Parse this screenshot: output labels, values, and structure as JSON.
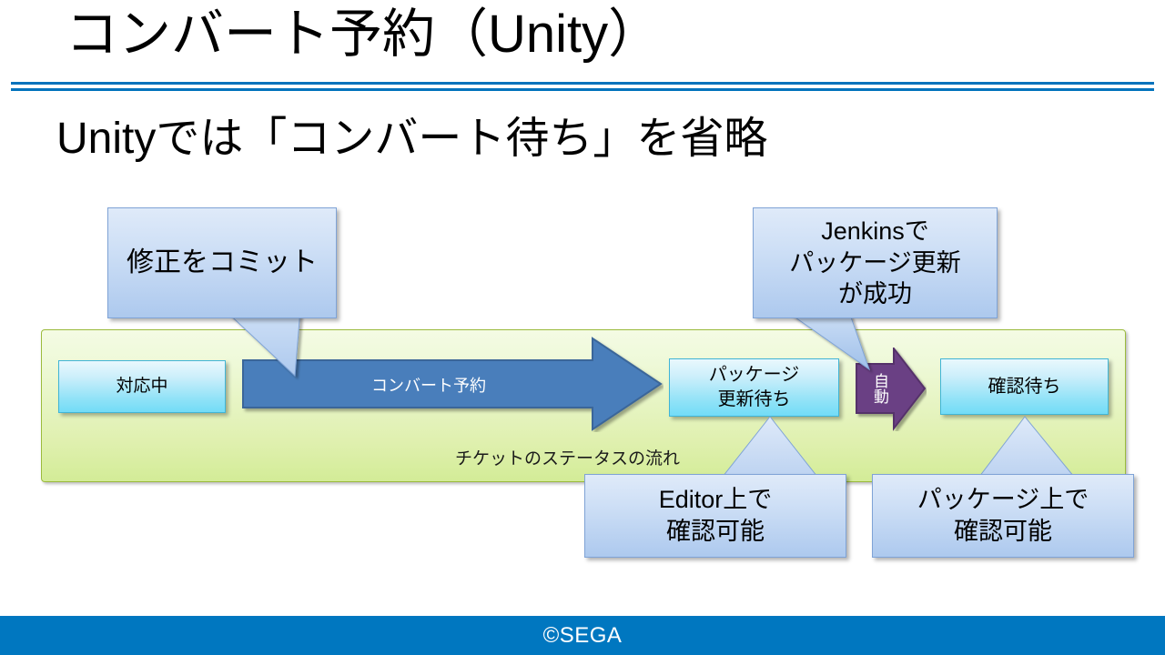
{
  "slide": {
    "title": "コンバート予約（Unity）",
    "subtitle": "Unityでは「コンバート待ち」を省略"
  },
  "diagram": {
    "panel_caption": "チケットのステータスの流れ",
    "status_boxes": [
      {
        "id": "taiou",
        "label": "対応中"
      },
      {
        "id": "package",
        "label": "パッケージ\n更新待ち",
        "line1": "パッケージ",
        "line2": "更新待ち"
      },
      {
        "id": "kakunin",
        "label": "確認待ち"
      }
    ],
    "arrows": [
      {
        "id": "convert-reservation",
        "label": "コンバート予約",
        "color": "#4a7ebb"
      },
      {
        "id": "automatic",
        "label": "自動",
        "color": "#6b3f84"
      }
    ],
    "callouts": [
      {
        "id": "commit",
        "line1": "修正をコミット"
      },
      {
        "id": "jenkins",
        "line1": "Jenkinsで",
        "line2": "パッケージ更新",
        "line3": "が成功"
      },
      {
        "id": "editor",
        "line1": "Editor上で",
        "line2": "確認可能"
      },
      {
        "id": "package-ue",
        "line1": "パッケージ上で",
        "line2": "確認可能"
      }
    ]
  },
  "footer": {
    "copyright": "©SEGA"
  },
  "colors": {
    "accent_blue": "#0072bc",
    "footer_blue": "#0077c0",
    "panel_green": "#d3ec97",
    "panel_border_green": "#9bbb3c",
    "status_cyan": "#72dcf7",
    "arrow_blue": "#4a7ebb",
    "arrow_purple": "#6b3f84",
    "callout_blue": "#adc9ee"
  }
}
